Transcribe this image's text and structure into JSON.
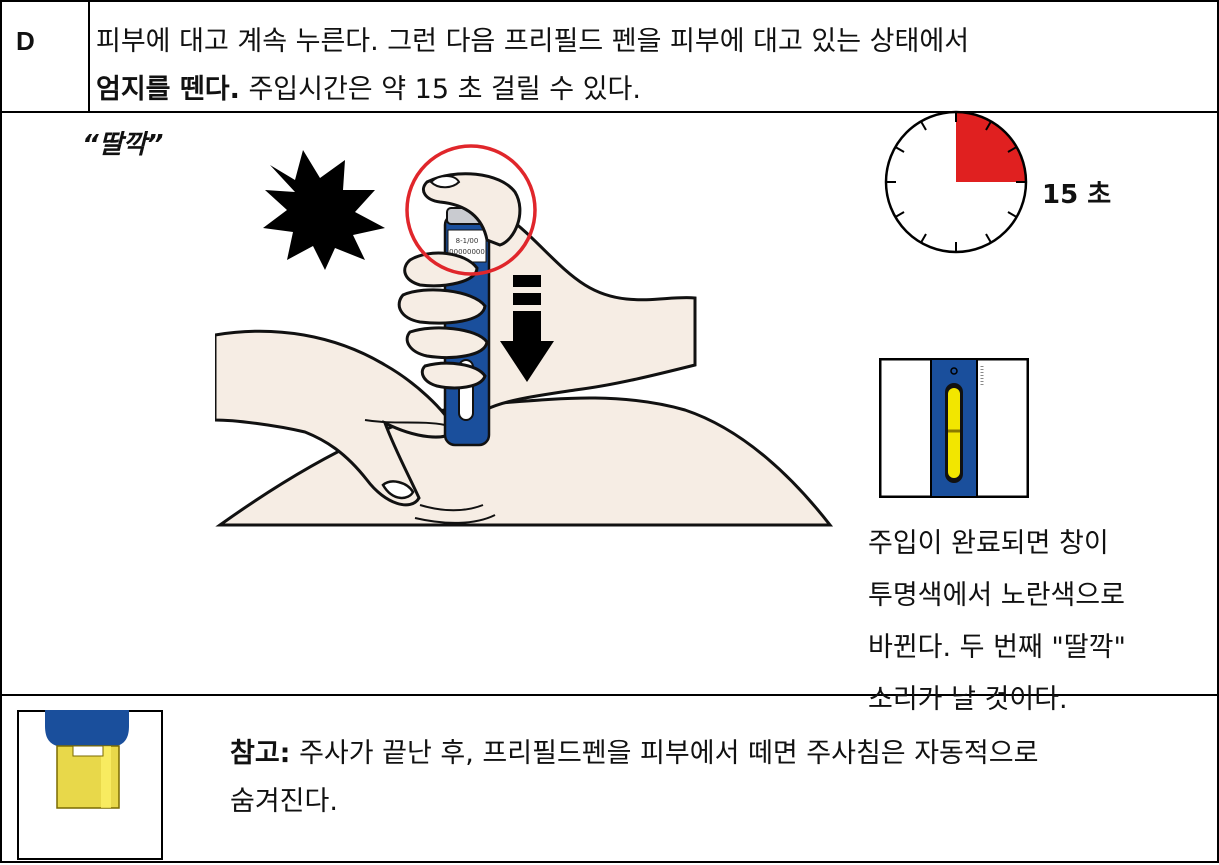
{
  "step": {
    "letter": "D",
    "line1": "피부에 대고 계속 누른다. 그런 다음 프리필드 펜을 피부에 대고 있는 상태에서",
    "line2_bold": "엄지를 뗀다.",
    "line2_rest": " 주입시간은 약 15 초 걸릴 수 있다."
  },
  "illustration": {
    "click_label": "“딸깍”",
    "pen_label_small_1": "8-1/00",
    "pen_label_small_2": "00000000"
  },
  "timer": {
    "label": "15 초",
    "elapsed_fraction": 0.25,
    "fill_color": "#e02020"
  },
  "window": {
    "caption_lines": [
      "주입이 완료되면 창이",
      "투명색에서 노란색으로",
      "바뀐다. 두 번째 \"딸깍\"",
      "소리가 날 것이다."
    ],
    "pen_color": "#1a4f9c",
    "indicator_color": "#f2e600"
  },
  "note": {
    "bold": "참고:",
    "text": " 주사가 끝난 후, 프리필드펜을 피부에서 떼면 주사침은 자동적으로",
    "text2": "숨겨진다."
  },
  "colors": {
    "red_circle": "#e0262b",
    "pen_blue": "#1a4f9c",
    "yellow": "#f2e600"
  }
}
